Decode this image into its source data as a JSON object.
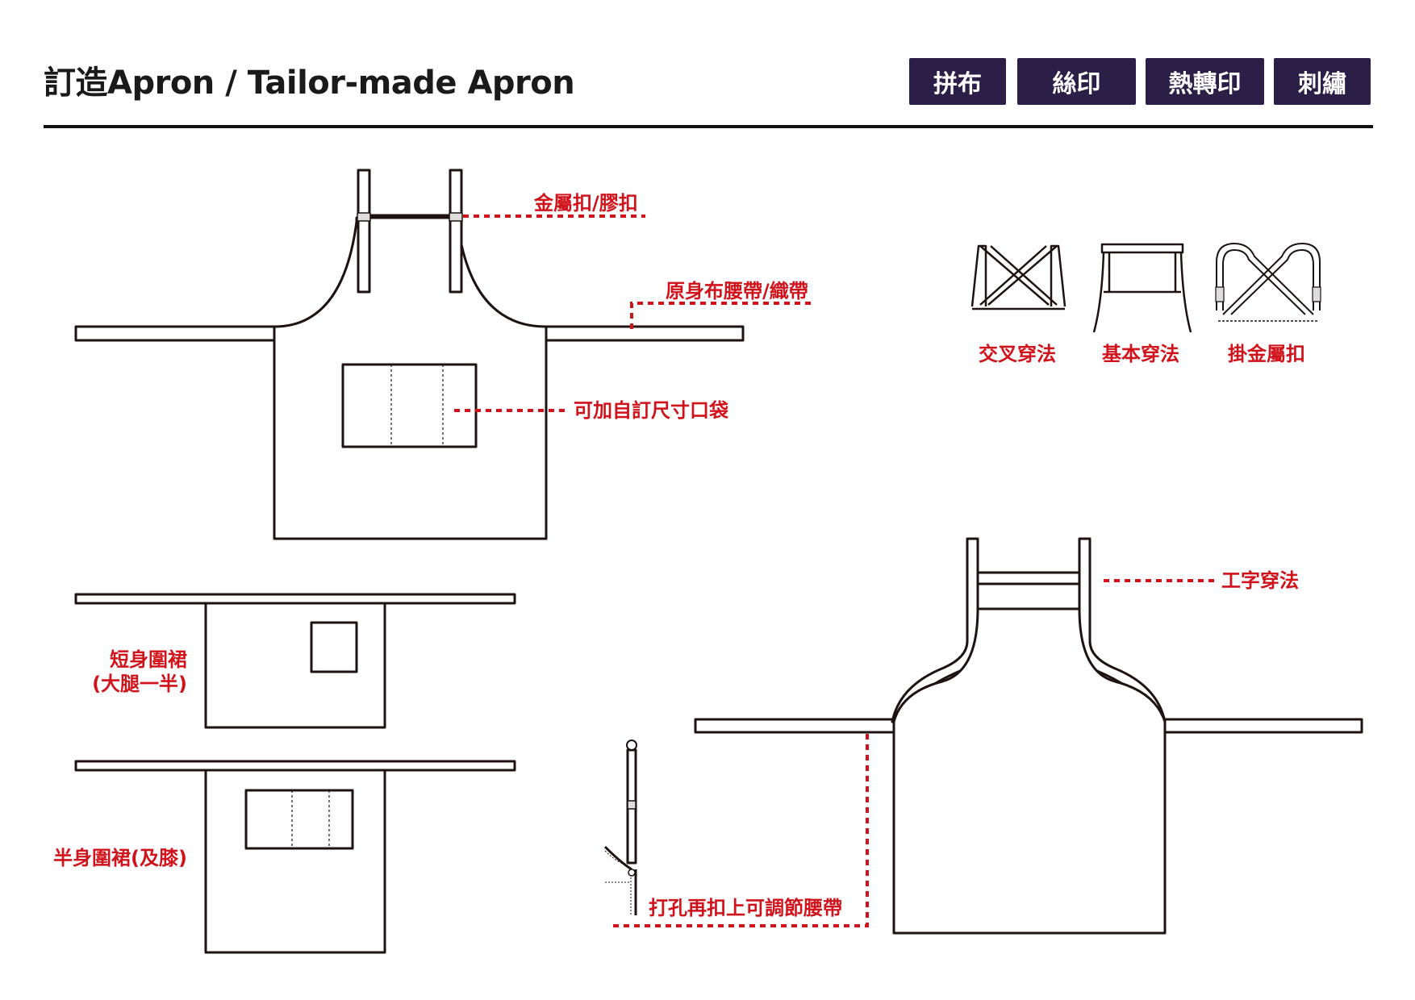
{
  "header": {
    "title": "訂造Apron / Tailor-made Apron",
    "tabs": [
      {
        "label": "拼布"
      },
      {
        "label": "絲印"
      },
      {
        "label": "熱轉印"
      },
      {
        "label": "刺繡"
      }
    ]
  },
  "labels": {
    "metal_buckle": "金屬扣/膠扣",
    "waist_strap": "原身布腰帶/織帶",
    "pocket": "可加自訂尺寸口袋",
    "cross_wear": "交叉穿法",
    "basic_wear": "基本穿法",
    "metal_hook": "掛金屬扣",
    "short_apron_line1": "短身圍裙",
    "short_apron_line2": "(大腿一半)",
    "half_apron": "半身圍裙(及膝)",
    "h_style": "工字穿法",
    "adjustable": "打孔再扣上可調節腰帶"
  },
  "colors": {
    "tab_bg": "#2b1e47",
    "label_red": "#d0121b",
    "line_dark": "#1e1212"
  }
}
